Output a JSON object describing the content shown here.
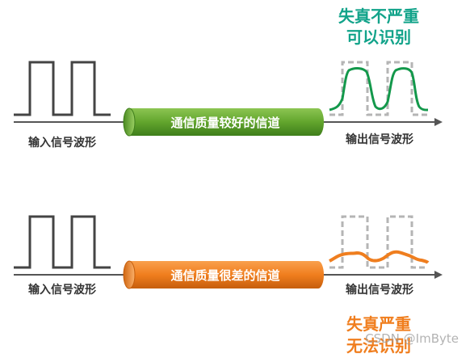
{
  "top": {
    "input_label": "输入信号波形",
    "channel_label": "通信质量较好的信道",
    "output_label": "输出信号波形",
    "verdict_line1": "失真不严重",
    "verdict_line2": "可以识别",
    "channel_color": "#6aa82f",
    "verdict_color": "#12a38a",
    "wave_color": "#13984b"
  },
  "bottom": {
    "input_label": "输入信号波形",
    "channel_label": "通信质量很差的信道",
    "output_label": "输出信号波形",
    "verdict_line1": "失真严重",
    "verdict_line2": "无法识别",
    "channel_color": "#f07e1e",
    "verdict_color": "#f07e1e",
    "wave_color": "#ef7e1f"
  },
  "watermark": "CSDN @ImByte"
}
